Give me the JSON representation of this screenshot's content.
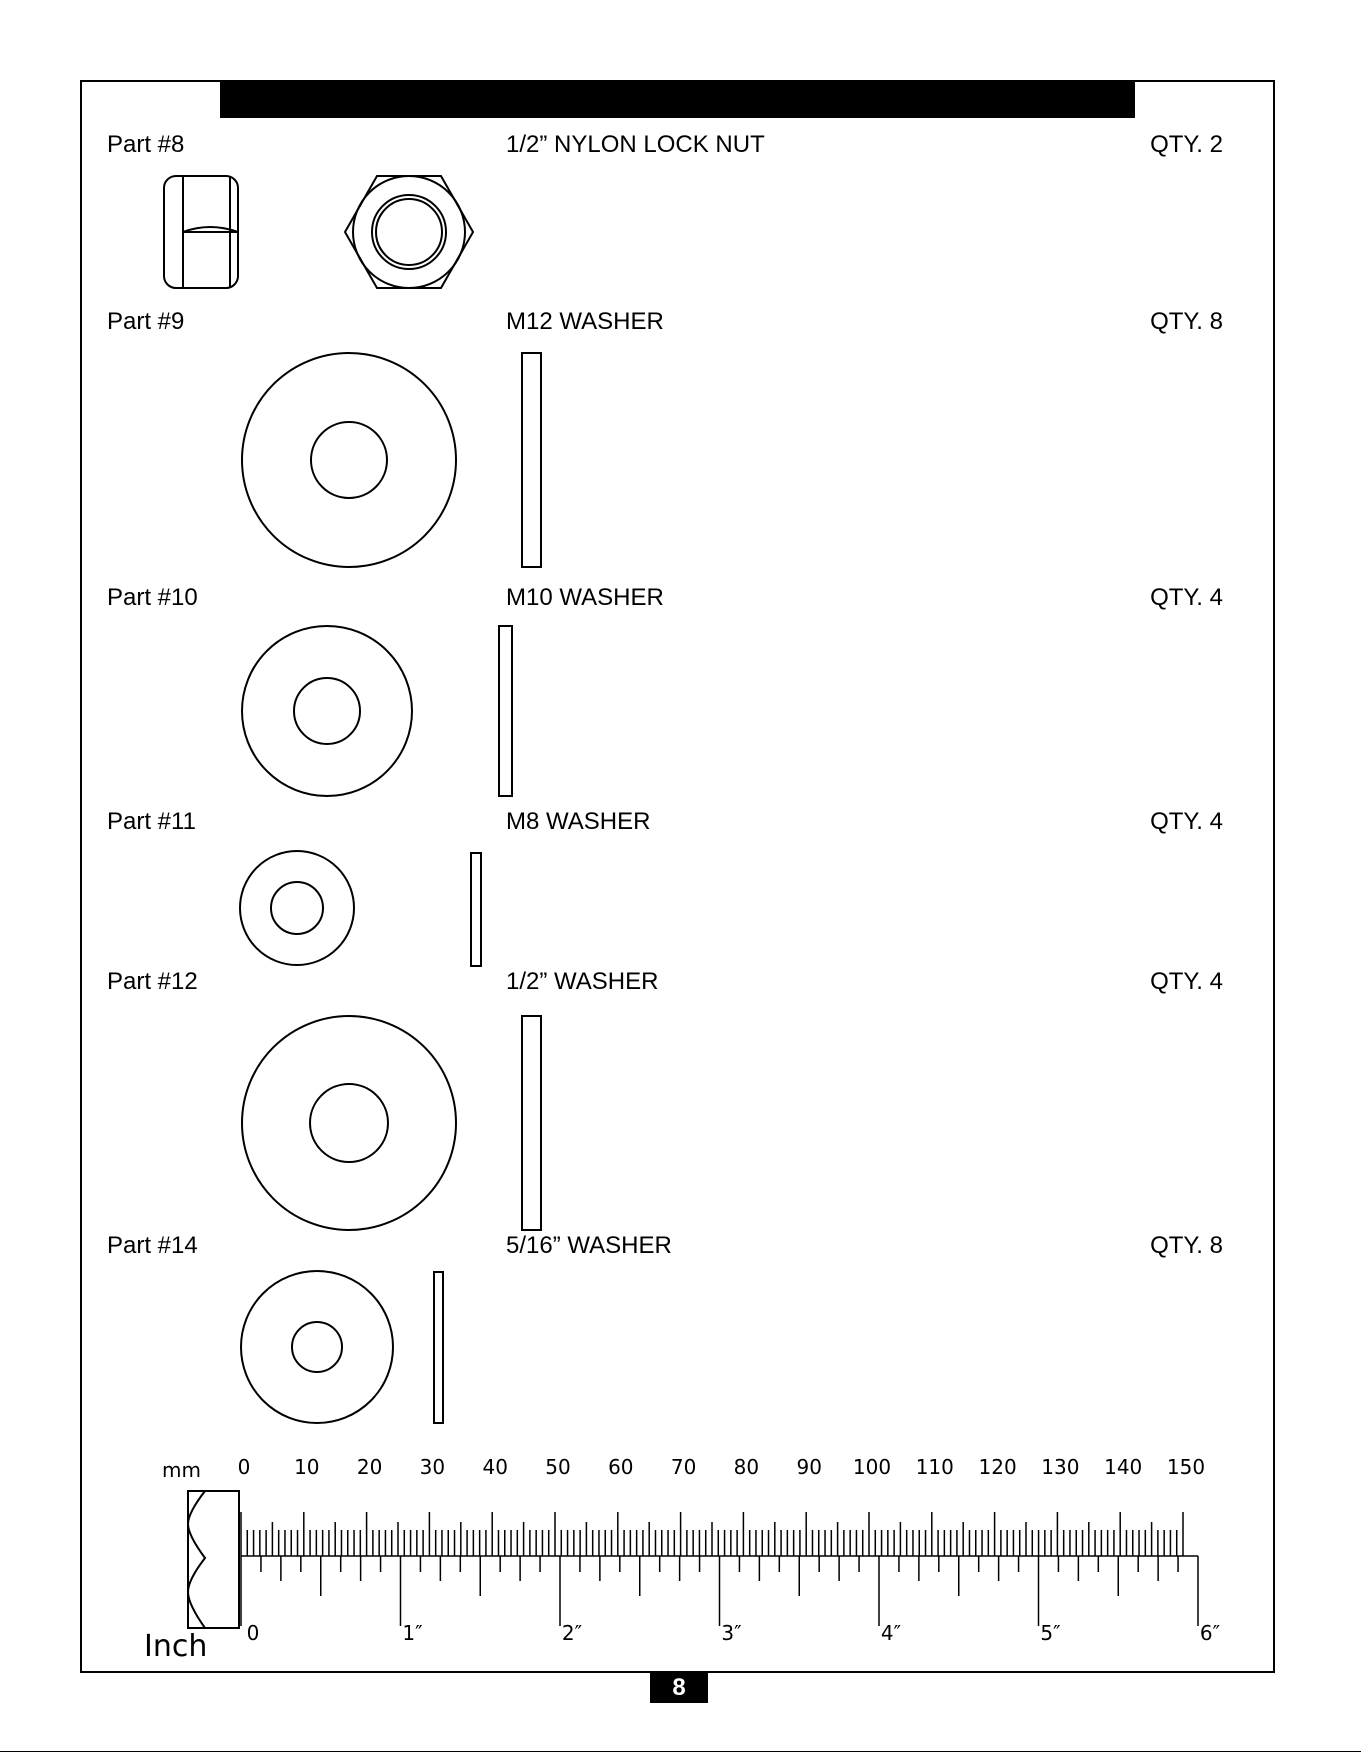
{
  "parts": [
    {
      "part": "Part #8",
      "name": "1/2” NYLON LOCK NUT",
      "qty": "QTY. 2"
    },
    {
      "part": "Part #9",
      "name": "M12 WASHER",
      "qty": "QTY. 8"
    },
    {
      "part": "Part #10",
      "name": "M10 WASHER",
      "qty": "QTY. 4"
    },
    {
      "part": "Part #11",
      "name": "M8 WASHER",
      "qty": "QTY. 4"
    },
    {
      "part": "Part #12",
      "name": "1/2” WASHER",
      "qty": "QTY. 4"
    },
    {
      "part": "Part #14",
      "name": "5/16” WASHER",
      "qty": "QTY. 8"
    }
  ],
  "ruler": {
    "mm_unit": "mm",
    "inch_unit": "Inch",
    "mm_labels": [
      "0",
      "10",
      "20",
      "30",
      "40",
      "50",
      "60",
      "70",
      "80",
      "90",
      "100",
      "110",
      "120",
      "130",
      "140",
      "150"
    ],
    "inch_labels": [
      "0",
      "1″",
      "2″",
      "3″",
      "4″",
      "5″",
      "6″"
    ]
  },
  "page_number": "8"
}
